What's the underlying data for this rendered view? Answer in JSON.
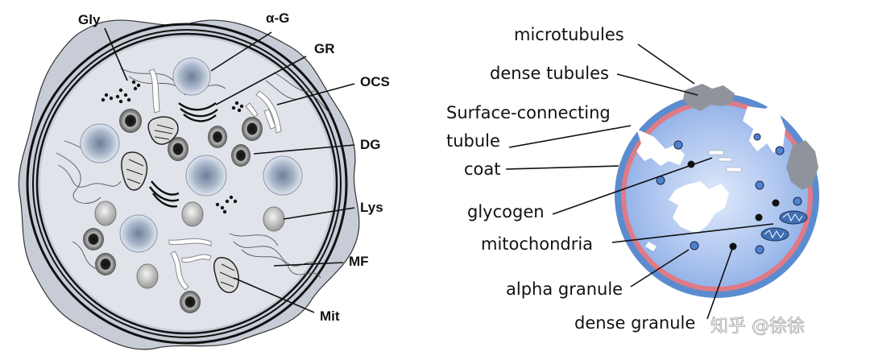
{
  "left_panel": {
    "labels": {
      "gly": "Gly",
      "alpha_g": "α-G",
      "gr": "GR",
      "ocs": "OCS",
      "dg": "DG",
      "lys": "Lys",
      "mf": "MF",
      "mit": "Mit"
    }
  },
  "right_panel": {
    "labels": {
      "microtubules": "microtubules",
      "dense_tubules": "dense tubules",
      "surface_connecting_1": "Surface-connecting",
      "surface_connecting_2": "tubule",
      "coat": "coat",
      "glycogen": "glycogen",
      "mitochondria": "mitochondria",
      "alpha_granule": "alpha granule",
      "dense_granule": "dense granule"
    }
  },
  "watermark": "知乎 @徐徐",
  "colors": {
    "cell_gray": "#c8ccd6",
    "cytoplasm_gray": "#e0e3ea",
    "right_blue": "#5b8cd0",
    "right_pink": "#e07a86",
    "right_inner": "#b9cdf0"
  }
}
